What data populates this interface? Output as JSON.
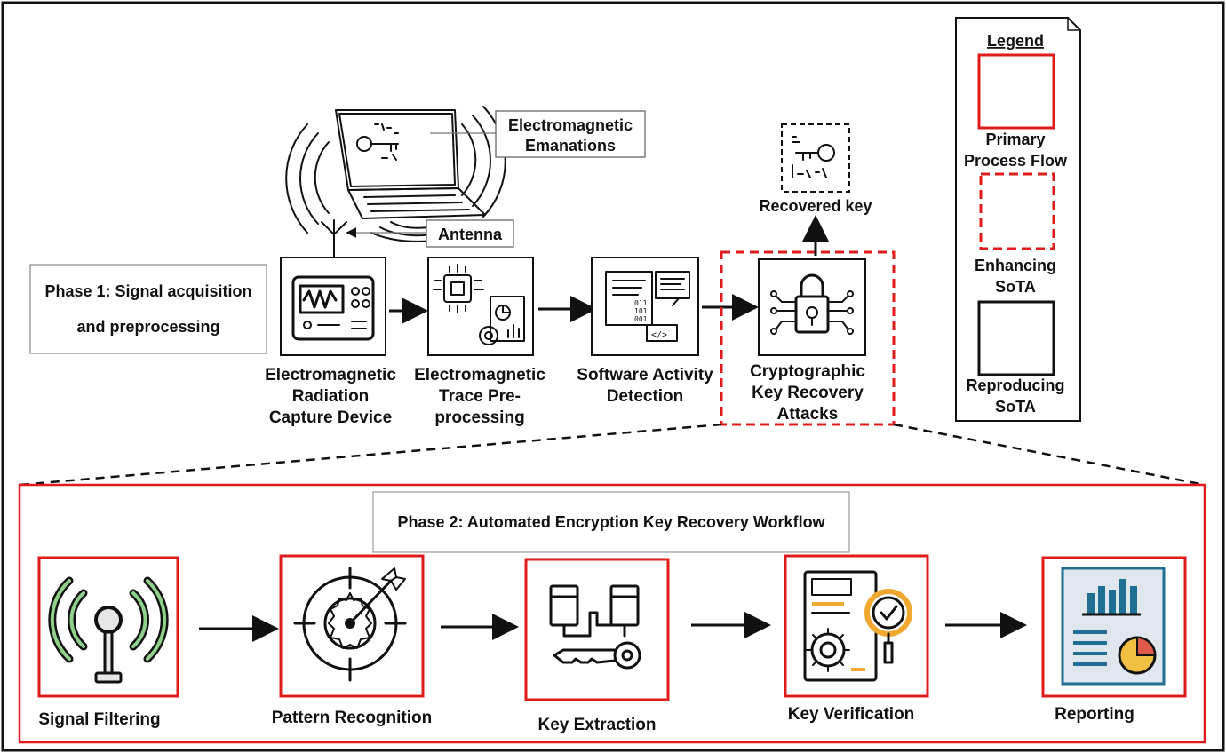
{
  "phase1": {
    "title_line1": "Phase 1: Signal acquisition",
    "title_line2": "and preprocessing",
    "callout_emanations_line1": "Electromagnetic",
    "callout_emanations_line2": "Emanations",
    "callout_antenna": "Antenna",
    "steps": [
      {
        "lines": [
          "Electromagnetic",
          "Radiation",
          "Capture Device"
        ],
        "icon": "oscilloscope-icon"
      },
      {
        "lines": [
          "Electromagnetic",
          "Trace Pre-",
          "processing"
        ],
        "icon": "processor-chart-icon"
      },
      {
        "lines": [
          "Software Activity",
          "Detection"
        ],
        "icon": "code-monitor-icon"
      },
      {
        "lines": [
          "Cryptographic",
          "Key Recovery",
          "Attacks"
        ],
        "icon": "circuit-padlock-icon"
      }
    ],
    "recovered_key": "Recovered key"
  },
  "legend": {
    "title": "Legend",
    "items": [
      {
        "lines": [
          "Primary",
          "Process Flow"
        ],
        "style": "solid-red"
      },
      {
        "lines": [
          "Enhancing",
          "SoTA"
        ],
        "style": "dashed-red"
      },
      {
        "lines": [
          "Reproducing",
          "SoTA"
        ],
        "style": "solid-black"
      }
    ]
  },
  "phase2": {
    "title": "Phase 2: Automated Encryption Key Recovery Workflow",
    "steps": [
      {
        "label": "Signal Filtering",
        "icon": "signal-tower-icon"
      },
      {
        "label": "Pattern Recognition",
        "icon": "target-gear-icon"
      },
      {
        "label": "Key Extraction",
        "icon": "key-extraction-icon"
      },
      {
        "label": "Key Verification",
        "icon": "verification-gear-icon"
      },
      {
        "label": "Reporting",
        "icon": "report-chart-icon"
      }
    ]
  },
  "colors": {
    "primary_red": "#e01b1b",
    "ink": "#111111",
    "green_signal": "#8fd18a",
    "orange_accent": "#f0a830",
    "report_bg": "#dfe6ee",
    "report_blue": "#1f6f93"
  }
}
